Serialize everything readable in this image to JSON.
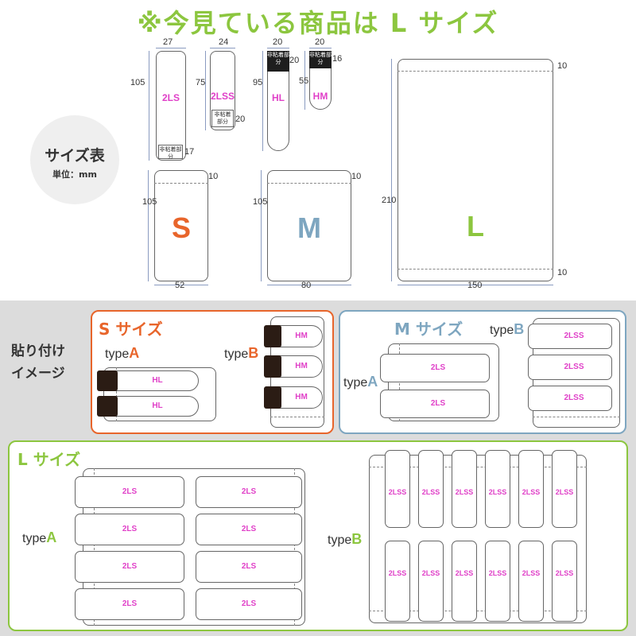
{
  "headline": "※今見ている商品は L サイズ",
  "size_table": {
    "title": "サイズ表",
    "unit": "単位：mm"
  },
  "colors": {
    "green": "#8cc63f",
    "orange": "#e8652b",
    "blue": "#7ea6c0",
    "pink": "#e040c8",
    "dimline": "#8a9bc0"
  },
  "tabs": {
    "ls2": {
      "label": "2LS",
      "w": "27",
      "h": "105",
      "tag": "非粘着部分",
      "tag_h": "17"
    },
    "lss2": {
      "label": "2LSS",
      "w": "24",
      "h": "75",
      "tag": "非粘着部分",
      "tag_h": "20"
    },
    "hl": {
      "label": "HL",
      "w": "20",
      "h": "95",
      "tag": "非粘着部分",
      "tag_h": "20"
    },
    "hm": {
      "label": "HM",
      "w": "20",
      "h": "55",
      "tag": "非粘着部分",
      "tag_h": "16"
    }
  },
  "sheets": {
    "s": {
      "letter": "S",
      "w": "52",
      "h": "105",
      "top": "10"
    },
    "m": {
      "letter": "M",
      "w": "80",
      "h": "105",
      "top": "10"
    },
    "l": {
      "letter": "L",
      "w": "150",
      "h": "210",
      "top": "10",
      "bottom": "10"
    }
  },
  "image_section": {
    "line1": "貼り付け",
    "line2": "イメージ"
  },
  "s_panel": {
    "title": "S サイズ",
    "type_prefix": "type",
    "type_a": "A",
    "type_b": "B",
    "hl": "HL",
    "hm": "HM"
  },
  "m_panel": {
    "title": "M サイズ",
    "type_prefix": "type",
    "type_a": "A",
    "type_b": "B",
    "ls": "2LS",
    "lss": "2LSS"
  },
  "l_panel": {
    "title": "L サイズ",
    "type_prefix": "type",
    "type_a": "A",
    "type_b": "B",
    "ls": "2LS",
    "lss": "2LSS"
  }
}
